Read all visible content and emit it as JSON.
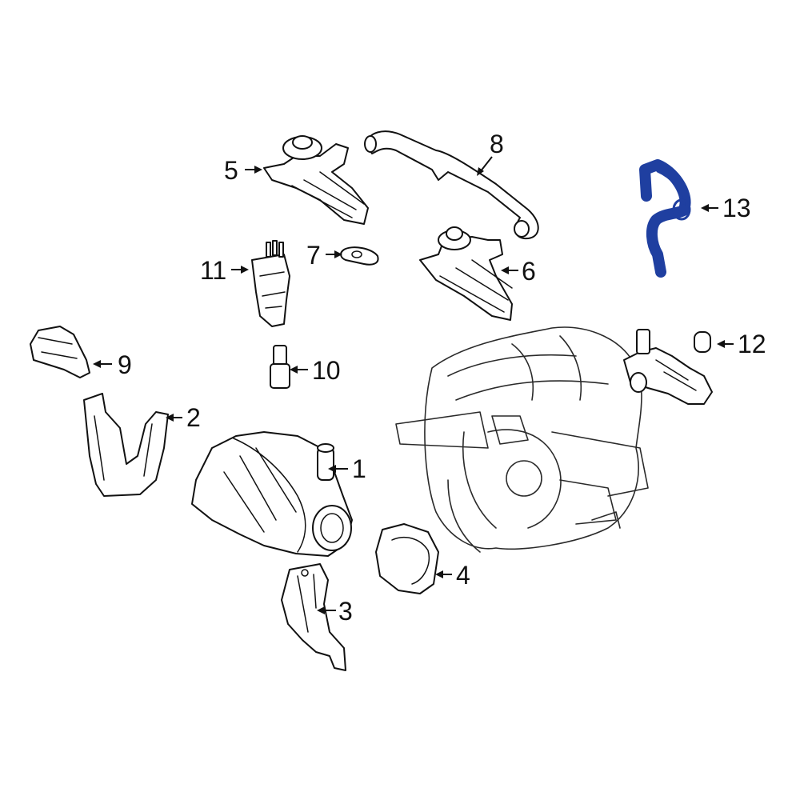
{
  "diagram": {
    "callouts": [
      {
        "id": "c1",
        "label": "1"
      },
      {
        "id": "c2",
        "label": "2"
      },
      {
        "id": "c3",
        "label": "3"
      },
      {
        "id": "c4",
        "label": "4"
      },
      {
        "id": "c5",
        "label": "5"
      },
      {
        "id": "c6",
        "label": "6"
      },
      {
        "id": "c7",
        "label": "7"
      },
      {
        "id": "c8",
        "label": "8"
      },
      {
        "id": "c9",
        "label": "9"
      },
      {
        "id": "c10",
        "label": "10"
      },
      {
        "id": "c11",
        "label": "11"
      },
      {
        "id": "c12",
        "label": "12"
      },
      {
        "id": "c13",
        "label": "13"
      }
    ],
    "colors": {
      "line": "#111111",
      "highlight": "#2a52be",
      "background": "#ffffff"
    }
  }
}
